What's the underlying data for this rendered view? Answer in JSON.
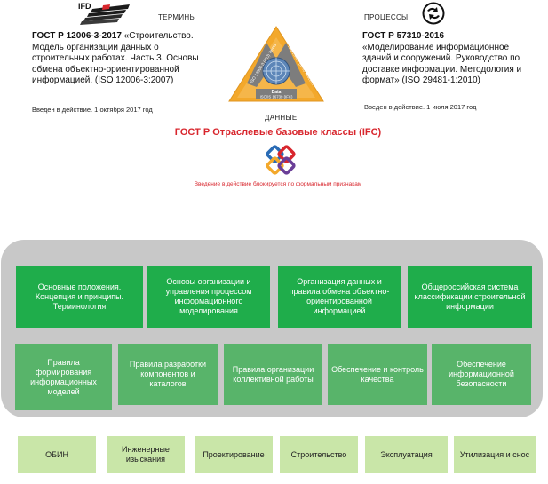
{
  "upper": {
    "logo_left_text": "IFD",
    "terms_label": "ТЕРМИНЫ",
    "processes_label": "ПРОЦЕССЫ",
    "data_label": "ДАННЫЕ",
    "left_standard": {
      "code": "ГОСТ Р 12006-3-2017",
      "title": " «Строительство. Модель организации данных о строительных работах. Часть 3. Основы обмена объектно-ориентированной информацией. (ISO 12006-3:2007)",
      "intro": "Введен в действие. 1 октября 2017 год"
    },
    "right_standard": {
      "code": "ГОСТ Р 57310-2016",
      "title": "«Моделирование информационное зданий и сооружений. Руководство по доставке информации. Методология и формат» (ISO 29481-1:2010)",
      "intro": "Введен в действие. 1 июля 2017 год"
    },
    "triangle": {
      "left_side": "ISO 12006-3 (IFD) Terms",
      "right_side": "ISO 29481 (IDM) Process",
      "bottom_title": "Data",
      "bottom_sub": "ISO/IS 16739 (IFC)"
    },
    "gost_ifc": "ГОСТ Р Отраслевые базовые классы (IFC)",
    "blocked_note": "Введение в действие блокируется по формальным признакам"
  },
  "row1": [
    "Основные положения. Концепция и принципы. Терминология",
    "Основы организации и управления процессом информационного моделирования",
    "Организация данных и правила обмена объектно-ориентированной информацией",
    "Общероссийская система классификации строительной информации"
  ],
  "row2": [
    "Правила формирования информационных моделей",
    "Правила разработки компонентов и каталогов",
    "Правила организации коллективной работы",
    "Обеспечение и контроль  качества",
    "Обеспечение информационной безопасности"
  ],
  "row3": [
    "ОБИН",
    "Инженерные изыскания",
    "Проектирование",
    "Строительство",
    "Эксплуатация",
    "Утилизация и снос"
  ],
  "colors": {
    "dark_green": "#1fad4b",
    "mid_green": "#58b46a",
    "light_green": "#c9e6a8",
    "panel_gray": "#c8c8c8",
    "red": "#d8262d",
    "triangle_orange": "#f3a82b"
  }
}
